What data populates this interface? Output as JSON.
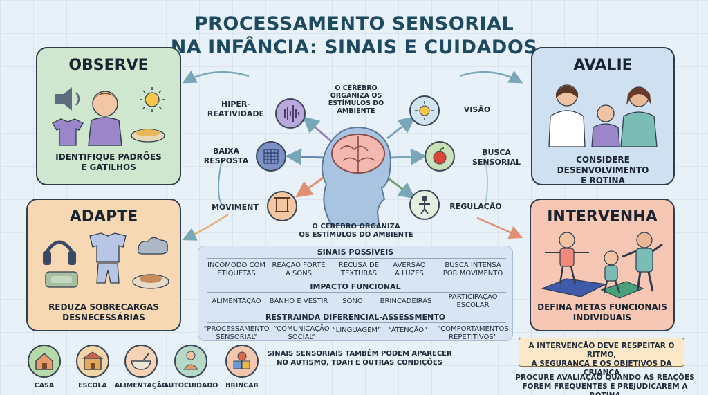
{
  "title": [
    "PROCESSAMENTO SENSORIAL",
    "NA INFÂNCIA: SINAIS E CUIDADOS"
  ],
  "cards": {
    "observe": {
      "title": "OBSERVE",
      "desc": [
        "IDENTIFIQUE PADRÕES",
        "E GATILHOS"
      ]
    },
    "adapte": {
      "title": "ADAPTE",
      "desc": [
        "REDUZA SOBRECARGAS",
        "DESNECESSÁRIAS"
      ]
    },
    "avalie": {
      "title": "AVALIE",
      "desc": [
        "CONSIDERE DESENVOLVIMENTO",
        "E ROTINA"
      ]
    },
    "intervenha": {
      "title": "INTERVENHA",
      "desc": [
        "DEFINA METAS FUNCIONAIS",
        "INDIVIDUAIS"
      ]
    }
  },
  "center": {
    "top_caption": [
      "O CÉREBRO",
      "ORGANIZA OS",
      "ESTÍMULOS DO",
      "AMBIENTE"
    ],
    "bottom_caption": [
      "O CÉREBRO ORGANIZA",
      "OS ESTÍMULOS DO AMBIENTE"
    ],
    "left_labels": {
      "hiper": [
        "HIPER-",
        "REATIVIDADE"
      ],
      "baixa": [
        "BAIXA",
        "RESPOSTA"
      ],
      "moviment": "MOVIMENT"
    },
    "right_labels": {
      "visao": "VISÃO",
      "busca": [
        "BUSCA",
        "SENSORIAL"
      ],
      "regulacao": "REGULAÇÃO"
    }
  },
  "panel": {
    "sinais_title": "SINAIS POSSÍVEIS",
    "sinais": [
      [
        "INCÔMODO COM",
        "ETIQUETAS"
      ],
      [
        "REAÇÃO FORTE",
        "A SONS"
      ],
      [
        "RECUSA DE",
        "TEXTURAS"
      ],
      [
        "AVERSÃO",
        "A LUZES"
      ],
      [
        "BUSCA INTENSA",
        "POR MOVIMENTO"
      ]
    ],
    "impacto_title": "IMPACTO FUNCIONAL",
    "impacto": [
      [
        "ALIMENTAÇÃO"
      ],
      [
        "BANHO E VESTIR"
      ],
      [
        "SONO"
      ],
      [
        "BRINCADEIRAS"
      ],
      [
        "PARTICIPAÇÃO",
        "ESCOLAR"
      ]
    ],
    "diferencial_title": "RESTRAINDA DIFERENCIAL-ASSESSMENTO",
    "diferencial": [
      [
        "“PROCESSAMENTO",
        "SENSORIAL”"
      ],
      [
        "“COMUNICAÇÃO",
        "SOCIAL”"
      ],
      [
        "“LINGUAGEM”"
      ],
      [
        "“ATENÇÃO”"
      ],
      [
        "“COMPORTAMENTOS",
        "REPETITIVOS”"
      ]
    ],
    "note": [
      "SINAIS SENSORIAIS TAMBÉM PODEM APARECER",
      "NO AUTISMO, TDAH E OUTRAS CONDIÇÕES"
    ]
  },
  "contexts": [
    "CASA",
    "ESCOLA",
    "ALIMENTAÇÃO",
    "AUTOCUIDADO",
    "BRINCAR"
  ],
  "callout": [
    "A INTERVENÇÃO DEVE RESPEITAR O RITMO,",
    "A SEGURANÇA E OS OBJETIVOS DA CRIANÇA"
  ],
  "footer_note": [
    "PROCURE AVALIAÇÃO QUANDO AS REAÇÕES",
    "FOREM FREQUENTES E PREJUDICAREM A ROTINA"
  ],
  "colors": {
    "observe": "#cfe6cf",
    "adapte": "#f6d9b4",
    "avalie": "#cfe0f1",
    "intervenha": "#f6c7b5",
    "title": "#1e4a60"
  }
}
